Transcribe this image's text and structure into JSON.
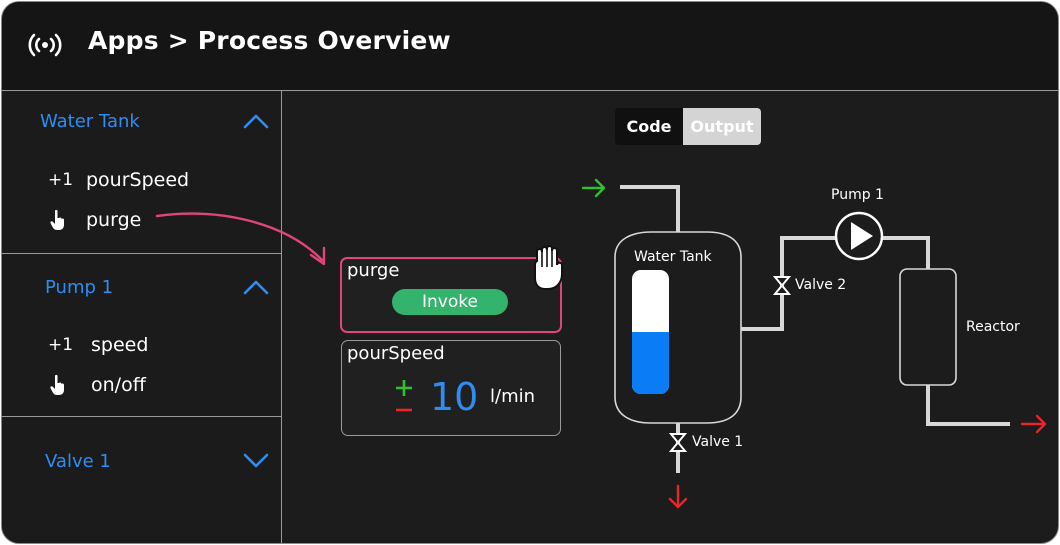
{
  "header": {
    "title": "Apps > Process Overview",
    "logo_icon": "broadcast-icon"
  },
  "sidebar": {
    "sections": [
      {
        "title": "Water Tank",
        "expanded": true,
        "items": [
          {
            "prefix": "+1",
            "label": "pourSpeed"
          },
          {
            "icon": "pointer-hand-icon",
            "label": "purge"
          }
        ]
      },
      {
        "title": "Pump 1",
        "expanded": true,
        "items": [
          {
            "prefix": "+1",
            "label": "speed"
          },
          {
            "icon": "pointer-hand-icon",
            "label": "on/off"
          }
        ]
      },
      {
        "title": "Valve 1",
        "expanded": false,
        "items": []
      }
    ]
  },
  "view_toggle": {
    "options": [
      "Code",
      "Output"
    ],
    "selected": "Output"
  },
  "purge_panel": {
    "title": "purge",
    "button": "Invoke"
  },
  "speed_panel": {
    "title": "pourSpeed",
    "value": "10",
    "unit": "l/min"
  },
  "diagram": {
    "tank_label": "Water Tank",
    "tank_level": 0.5,
    "pump_label": "Pump 1",
    "valve2_label": "Valve 2",
    "valve1_label": "Valve 1",
    "reactor_label": "Reactor"
  },
  "colors": {
    "accent_blue": "#2f8df2",
    "invoke_green": "#33b36c",
    "highlight_pink": "#e0457a",
    "inflow_green": "#2fbf2f",
    "outflow_red": "#e8252b"
  }
}
